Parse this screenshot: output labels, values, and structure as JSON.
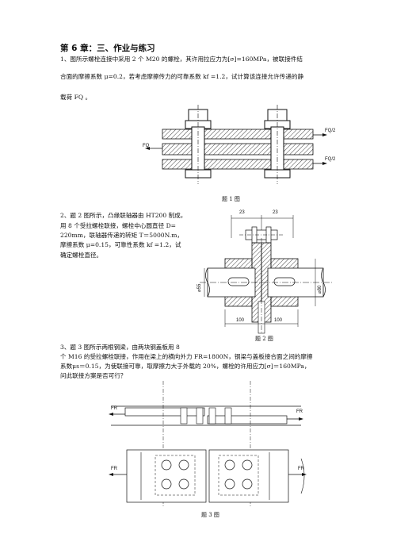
{
  "heading": "第 6 章：三、作业与练习",
  "q1": {
    "line1": "1、图所示螺栓连接中采用 2 个 M20 的螺栓，其许用拉应力为[σ]=160MPa，被联接件结",
    "line2": "合面的摩擦系数 μ=0.2，若考虑摩擦传力的可靠系数 kf =1.2，试计算该连接允许传递的静",
    "line3": "载荷 FQ 。",
    "caption": "题 1 图",
    "labels": {
      "fq_left": "FQ",
      "fq_half_top": "FQ/2",
      "fq_half_bottom": "FQ/2"
    }
  },
  "q2": {
    "line1": "2、题 2 图所示，凸缘联轴器由 HT200 制成，",
    "line2": "用 8 个受拉螺栓联接，螺栓中心圆直径 D=",
    "line3": "220mm，联轴器传递的转矩 T＝5000N.m，",
    "line4": "摩擦系数 μ=0.15，可靠性系数 kf =1.2，试",
    "line5": "确定螺栓直径。",
    "caption": "题 2 图",
    "dims": {
      "d1": "23",
      "d2": "23",
      "dia_left": "⌀55",
      "dia_right": "⌀80",
      "len1": "100",
      "len2": "100"
    }
  },
  "q3": {
    "line1": "3、题 3 图所示两根钢梁，由两块钢盖板用 8",
    "line2": "个 M16 的受拉螺栓联接，作用在梁上的横向外力 FR=1800N，钢梁与盖板接合面之间的摩擦",
    "line3": "系数μs＝0.15，为使联接可靠，取摩擦力大于外载的 20%，螺栓的许用应力[σ]＝160MPa，",
    "line4": "问此联接方案是否可行？",
    "caption": "题 3 图",
    "labels": {
      "fr1": "FR",
      "fr2": "FR",
      "fr3": "FR",
      "fr4": "FR"
    }
  }
}
